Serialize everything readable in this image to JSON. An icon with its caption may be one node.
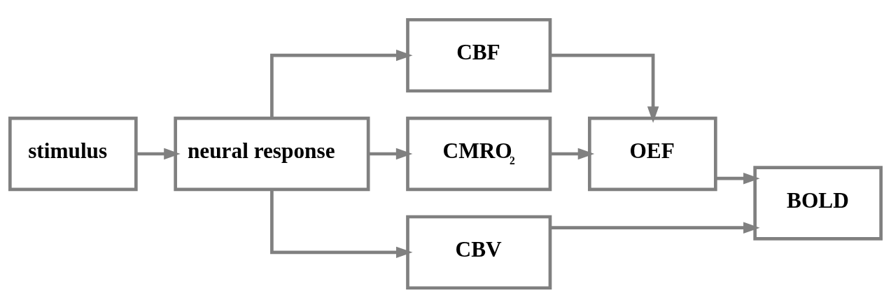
{
  "diagram": {
    "nodes": [
      {
        "text": [
          "stimulus"
        ]
      },
      {
        "text": [
          "neural response"
        ]
      },
      {
        "text": [
          "CBF"
        ]
      },
      {
        "text": [
          "CMRO$_{2}$"
        ]
      },
      {
        "text": [
          "CBV"
        ]
      },
      {
        "text": [
          "OEF"
        ]
      },
      {
        "text": [
          "BOLD"
        ]
      }
    ],
    "edges": [
      {
        "from": 0,
        "to": 1,
        "arrow": "to"
      },
      {
        "from": 1,
        "to": 2,
        "arrow": "to"
      },
      {
        "from": 1,
        "to": 3,
        "arrow": "to"
      },
      {
        "from": 1,
        "to": 4,
        "arrow": "to"
      },
      {
        "from": 2,
        "to": 5,
        "arrow": "to"
      },
      {
        "from": 3,
        "to": 5,
        "arrow": "to"
      },
      {
        "from": 5,
        "to": 6,
        "arrow": "to"
      },
      {
        "from": 4,
        "to": 6,
        "arrow": "to"
      }
    ]
  }
}
